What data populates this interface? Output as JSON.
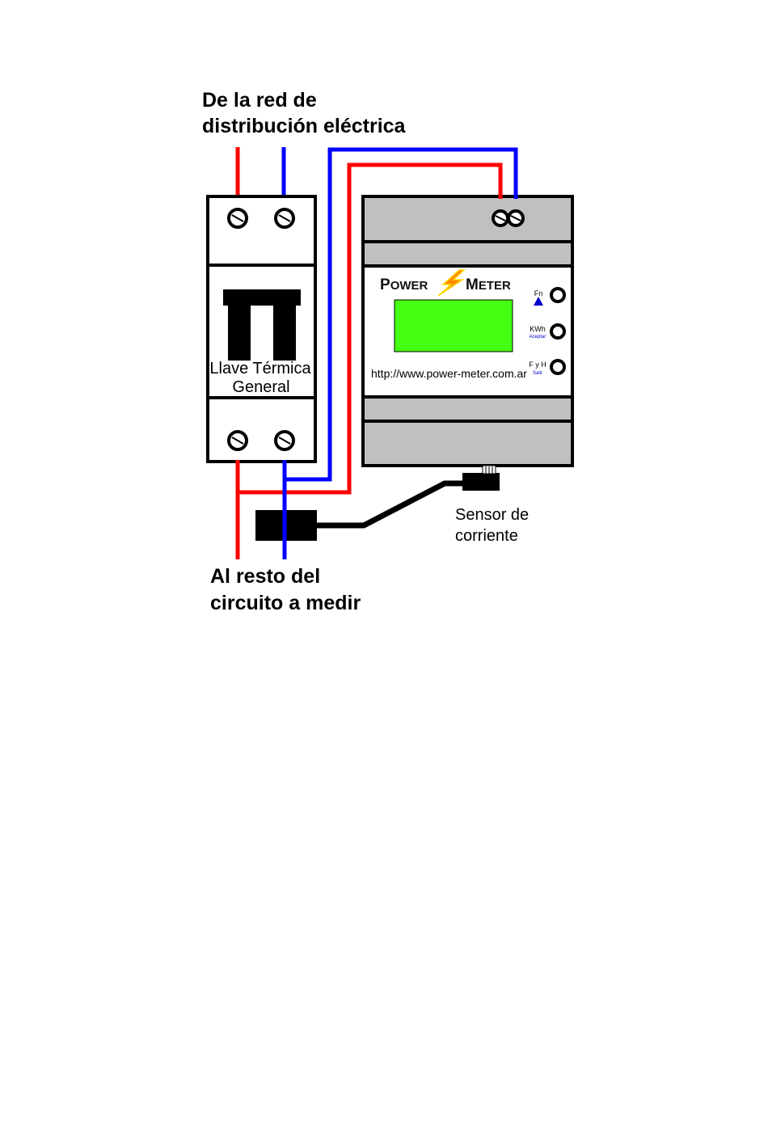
{
  "labels": {
    "source_line1": "De la red de",
    "source_line2": "distribución eléctrica",
    "load_line1": "Al resto del",
    "load_line2": "circuito a medir",
    "breaker_line1": "Llave Térmica",
    "breaker_line2": "General",
    "sensor_line1": "Sensor de",
    "sensor_line2": "corriente"
  },
  "meter": {
    "brand_power_initial": "P",
    "brand_power_rest": "OWER",
    "brand_meter_initial": "M",
    "brand_meter_rest": "ETER",
    "url": "http://www.power-meter.com.ar",
    "buttons": [
      {
        "label": "Fn",
        "sublabel": ""
      },
      {
        "label": "KWh",
        "sublabel": "Aceptar"
      },
      {
        "label": "F y H",
        "sublabel": "Salir"
      }
    ],
    "display_color": "#44ff11"
  },
  "colors": {
    "live_wire": "#ff0000",
    "neutral_wire": "#0000ff",
    "housing_gray": "#c0c0c0",
    "outline": "#000000",
    "button_sublabel": "#0000cc",
    "bolt_fill": "#ff8800",
    "bolt_edge": "#ffd800"
  },
  "icons": {
    "up_arrow": "up-arrow-icon",
    "lightning": "lightning-bolt-icon"
  }
}
